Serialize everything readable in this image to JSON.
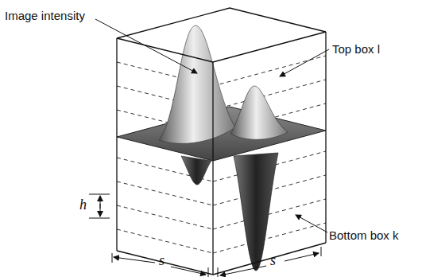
{
  "diagram": {
    "labels": [
      "Image intensity",
      "Top box l",
      "h",
      "s",
      "s",
      "Bottom box k"
    ]
  }
}
